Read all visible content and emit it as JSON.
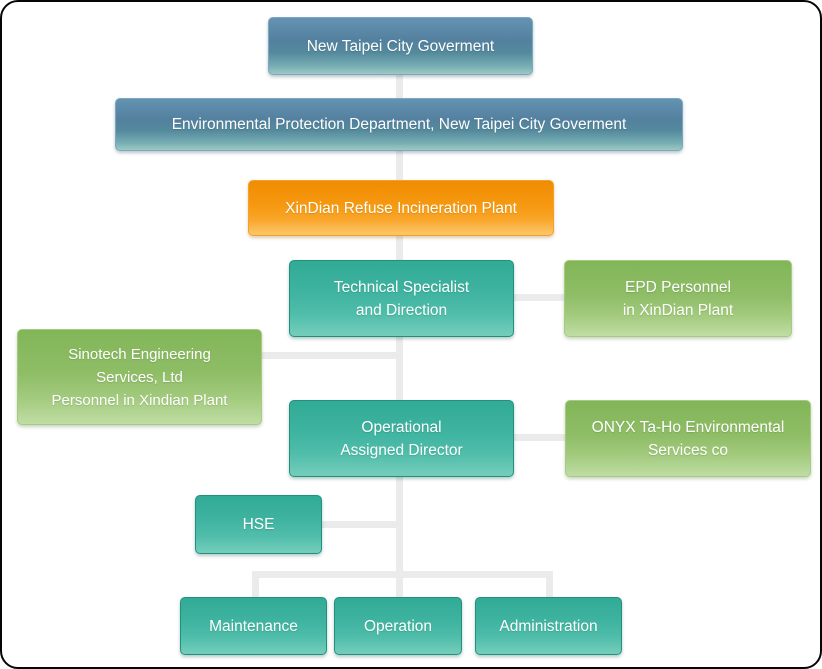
{
  "diagram": {
    "type": "org-chart",
    "colors": {
      "blue_box": "#53809e",
      "orange_box": "#f69a12",
      "teal_box": "#3eb3a0",
      "green_box": "#8ebd66",
      "connector_line": "#ebebeb",
      "text": "#ffffff",
      "frame_border": "#060606",
      "background": "#ffffff"
    }
  },
  "nodes": {
    "city_government": {
      "color": "blue",
      "lines": [
        "New Taipei City Goverment"
      ]
    },
    "epd_department": {
      "color": "blue",
      "lines": [
        "Environmental Protection Department, New Taipei City Goverment"
      ]
    },
    "plant": {
      "color": "orange",
      "lines": [
        "XinDian Refuse Incineration Plant"
      ]
    },
    "technical_specialist": {
      "color": "teal",
      "lines": [
        "Technical Specialist",
        "and Direction"
      ]
    },
    "epd_personnel": {
      "color": "green",
      "lines": [
        "EPD Personnel",
        "in XinDian Plant"
      ]
    },
    "sinotech": {
      "color": "green",
      "lines": [
        "Sinotech Engineering",
        "Services, Ltd",
        "Personnel in Xindian Plant"
      ]
    },
    "operational_director": {
      "color": "teal",
      "lines": [
        "Operational",
        "Assigned Director"
      ]
    },
    "onyx": {
      "color": "green",
      "lines": [
        "ONYX Ta-Ho Environmental",
        "Services co"
      ]
    },
    "hse": {
      "color": "teal",
      "lines": [
        "HSE"
      ]
    },
    "maintenance": {
      "color": "teal",
      "lines": [
        "Maintenance"
      ]
    },
    "operation": {
      "color": "teal",
      "lines": [
        "Operation"
      ]
    },
    "administration": {
      "color": "teal",
      "lines": [
        "Administration"
      ]
    }
  },
  "edges": [
    {
      "from": "city_government",
      "to": "epd_department"
    },
    {
      "from": "epd_department",
      "to": "plant"
    },
    {
      "from": "plant",
      "to": "technical_specialist"
    },
    {
      "from": "technical_specialist",
      "to": "epd_personnel"
    },
    {
      "from": "sinotech",
      "to": "trunk_line"
    },
    {
      "from": "technical_specialist",
      "to": "operational_director"
    },
    {
      "from": "operational_director",
      "to": "onyx"
    },
    {
      "from": "hse",
      "to": "trunk_line"
    },
    {
      "from": "operational_director",
      "to": "maintenance"
    },
    {
      "from": "operational_director",
      "to": "operation"
    },
    {
      "from": "operational_director",
      "to": "administration"
    }
  ]
}
